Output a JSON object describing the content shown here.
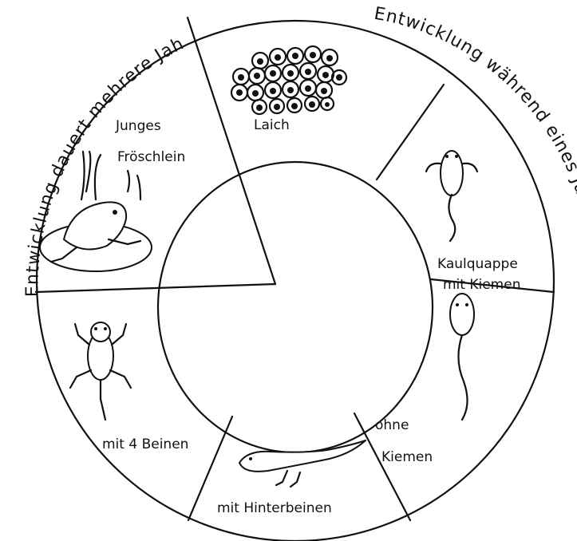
{
  "arc_text": {
    "left": "Entwicklung dauert mehrere Jahre",
    "right": "Entwicklung während eines Jahres"
  },
  "stages": {
    "laich": "Laich",
    "kaulquappe_1": "Kaulquappe",
    "kaulquappe_2": "mit Kiemen",
    "ohne_kiemen_1": "ohne",
    "ohne_kiemen_2": "Kiemen",
    "hinterbeine": "mit Hinterbeinen",
    "vier_beine": "mit 4 Beinen",
    "froeschlein_1": "Junges",
    "froeschlein_2": "Fröschlein"
  },
  "icons": [
    "frog-eggs-icon",
    "tadpole-gills-icon",
    "tadpole-icon",
    "tadpole-hindlegs-icon",
    "froglet-four-legs-icon",
    "young-frog-on-lilypad-icon"
  ]
}
